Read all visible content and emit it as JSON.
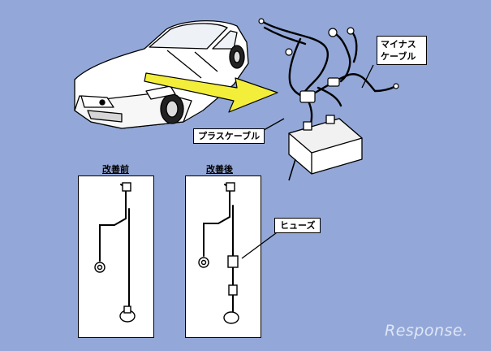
{
  "labels": {
    "minus_cable_1": "マイナス",
    "minus_cable_2": "ケーブル",
    "plus_cable": "プラスケーブル",
    "fuse": "ヒューズ",
    "before": "改善前",
    "after": "改善後"
  },
  "watermark": "Response.",
  "colors": {
    "background": "#93a8d8",
    "arrow_fill": "#f3ee3a",
    "line": "#000000"
  }
}
